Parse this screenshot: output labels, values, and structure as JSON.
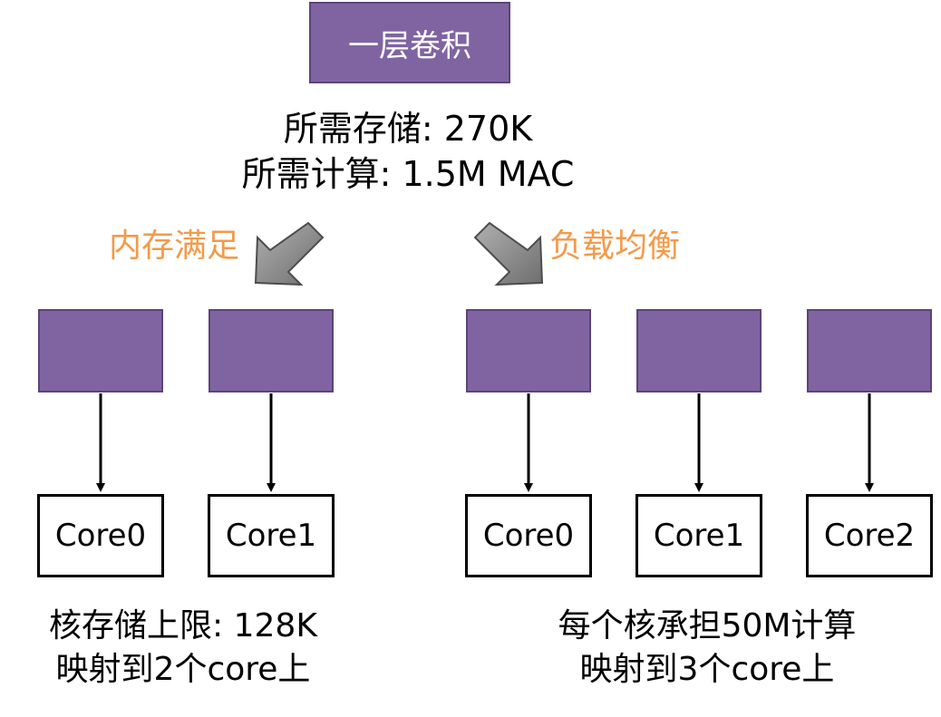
{
  "title": "一层卷积",
  "requirements": {
    "storage": "所需存储: 270K",
    "compute": "所需计算: 1.5M MAC"
  },
  "left_group": {
    "label": "内存满足",
    "cores": [
      "Core0",
      "Core1"
    ],
    "notes": [
      "核存储上限: 128K",
      "映射到2个core上"
    ]
  },
  "right_group": {
    "label": "负载均衡",
    "cores": [
      "Core0",
      "Core1",
      "Core2"
    ],
    "notes": [
      "每个核承担50M计算",
      "映射到3个core上"
    ]
  },
  "colors": {
    "purple": "#8064a2",
    "orange": "#f39a4a",
    "arrow_gray": "#8c8c8c"
  }
}
